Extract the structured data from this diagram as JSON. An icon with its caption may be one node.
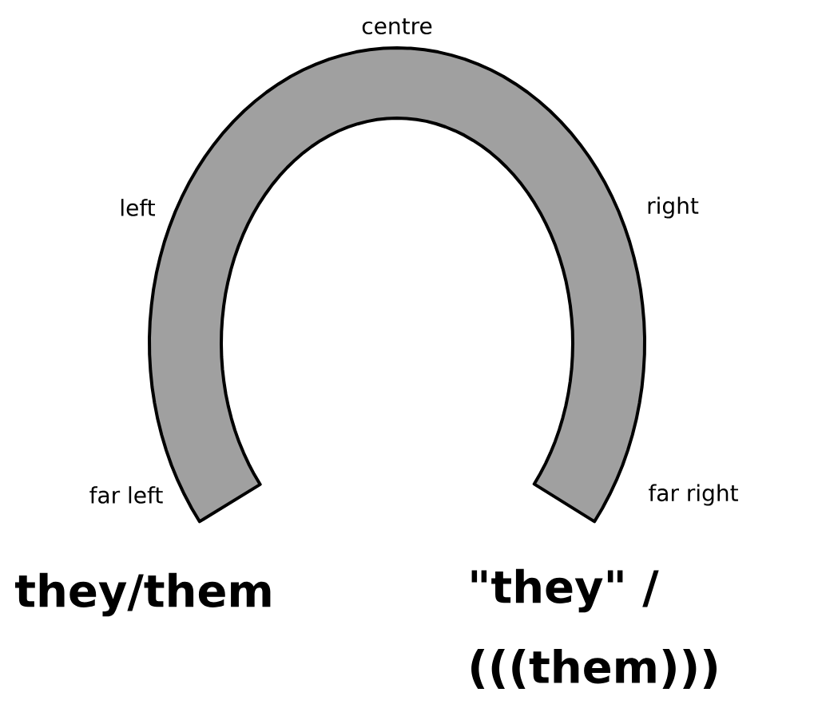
{
  "diagram": {
    "labels": [
      "centre",
      "left",
      "right",
      "far left",
      "far right",
      "they/them",
      "\"they\" /",
      "(((them)))"
    ]
  }
}
